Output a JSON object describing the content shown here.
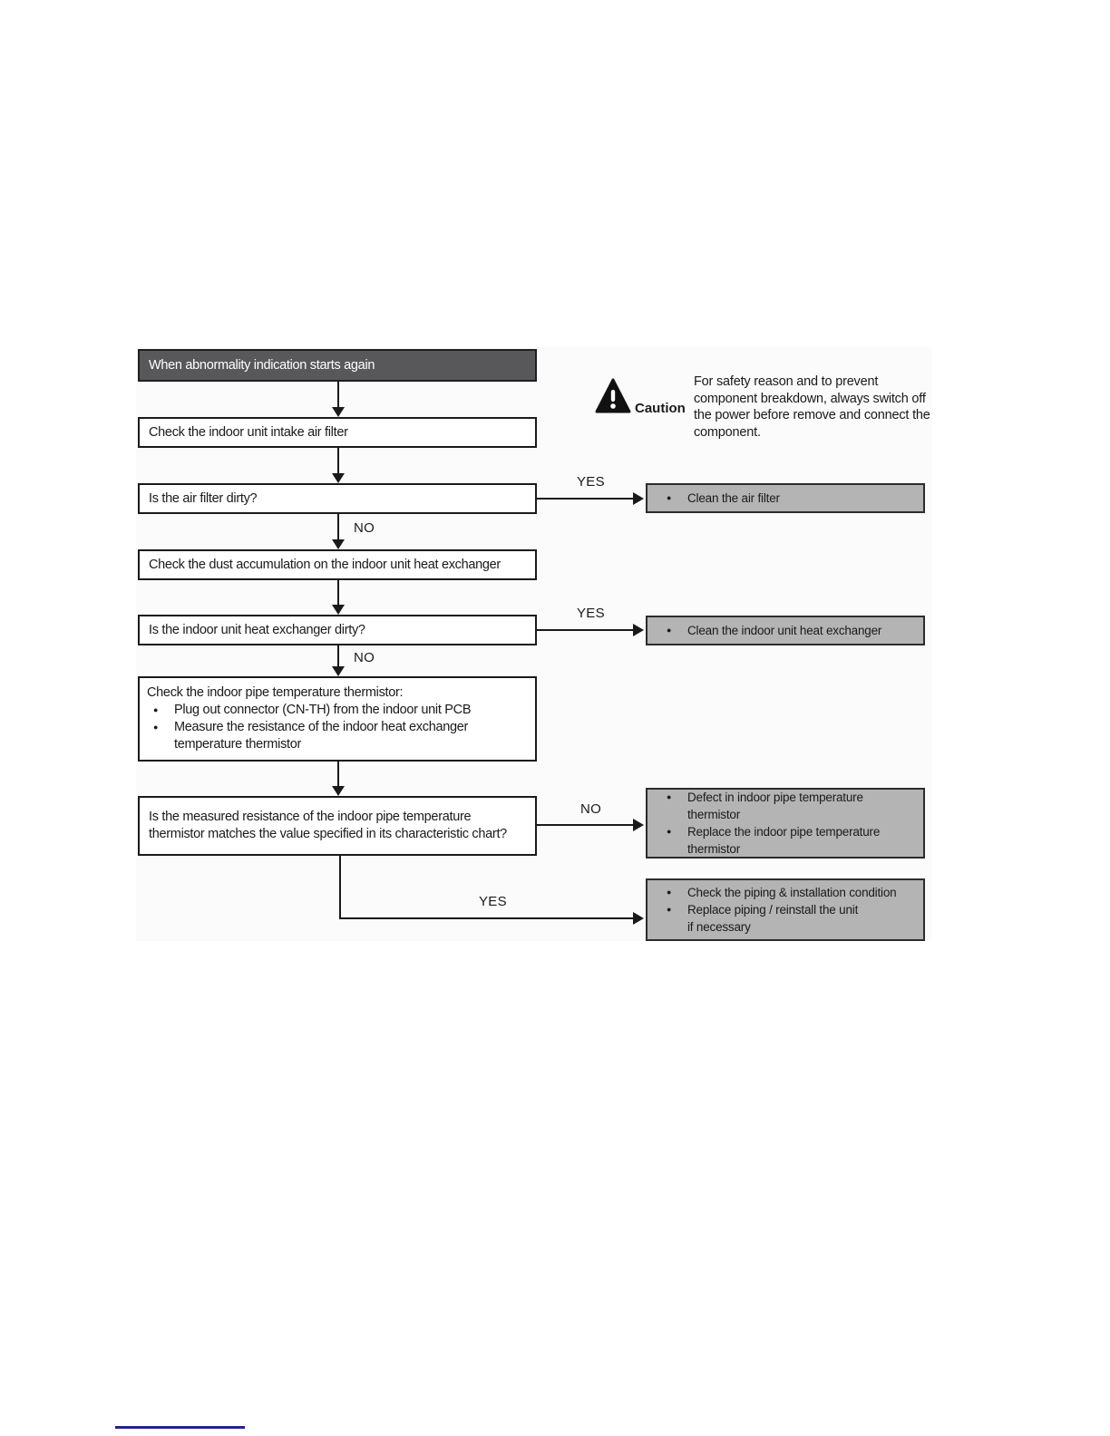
{
  "icons": {
    "bullet": "●"
  },
  "labels": {
    "yes": "YES",
    "no": "NO"
  },
  "caution": {
    "title": "Caution",
    "text": "For safety reason and to prevent component breakdown, always switch off the power before remove and connect the component."
  },
  "flowchart": {
    "start": "When abnormality indication starts again",
    "check_air_filter": "Check the indoor unit intake air filter",
    "q_air_filter": "Is the air filter dirty?",
    "clean_air_filter": "Clean the air filter",
    "check_dust": "Check the dust accumulation on the indoor unit heat exchanger",
    "q_heat_exchanger": "Is the indoor unit heat exchanger dirty?",
    "clean_heat_exchanger": "Clean the indoor unit heat exchanger",
    "check_thermistor": {
      "title": "Check the indoor pipe temperature thermistor:",
      "bullet1": "Plug out connector (CN-TH) from the indoor unit PCB",
      "bullet2": "Measure the resistance of the indoor heat exchanger temperature thermistor"
    },
    "q_resistance": "Is the measured resistance of the indoor pipe temperature thermistor matches the value specified in its characteristic chart?",
    "defect_action": {
      "bullet1": "Defect in indoor pipe temperature thermistor",
      "bullet2": "Replace the indoor pipe temperature thermistor"
    },
    "piping_action": {
      "bullet1": "Check the piping & installation condition",
      "bullet2": "Replace piping / reinstall the unit",
      "bullet2_cont": "if necessary"
    }
  },
  "colors": {
    "start_fill": "#58585b",
    "action_fill": "#b4b4b4",
    "line": "#1a1a1a",
    "footer_line": "#23238f"
  }
}
